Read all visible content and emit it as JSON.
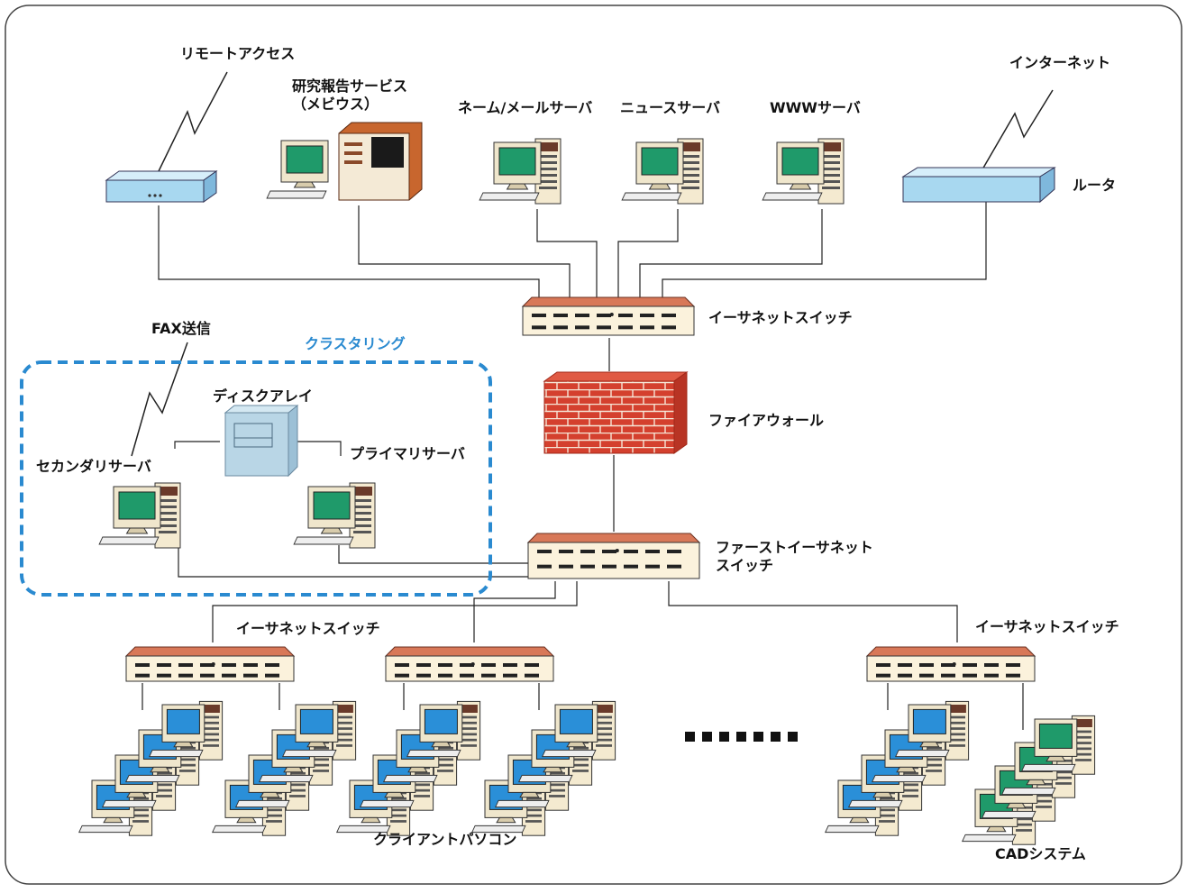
{
  "labels": {
    "remote_access": "リモートアクセス",
    "research_service": "研究報告サービス\n（メビウス）",
    "name_mail_server": "ネーム/メールサーバ",
    "news_server": "ニュースサーバ",
    "www_server": "WWWサーバ",
    "internet": "インターネット",
    "router": "ルータ",
    "ethernet_switch_top": "イーサネットスイッチ",
    "fax": "FAX送信",
    "clustering": "クラスタリング",
    "disk_array": "ディスクアレイ",
    "secondary_server": "セカンダリサーバ",
    "primary_server": "プライマリサーバ",
    "firewall": "ファイアウォール",
    "fast_ethernet_switch": "ファーストイーサネット\nスイッチ",
    "ethernet_switch_left": "イーサネットスイッチ",
    "ethernet_switch_right": "イーサネットスイッチ",
    "client_pcs": "クライアントパソコン",
    "cad_system": "CADシステム"
  },
  "colors": {
    "screen_green": "#1f9a6a",
    "screen_blue": "#2a8fd8",
    "switch_top": "#d87858",
    "switch_body": "#fbf2dc",
    "firewall_red": "#d4402e",
    "router_blue": "#a8d8f0",
    "cluster_border": "#2a8ad0"
  }
}
